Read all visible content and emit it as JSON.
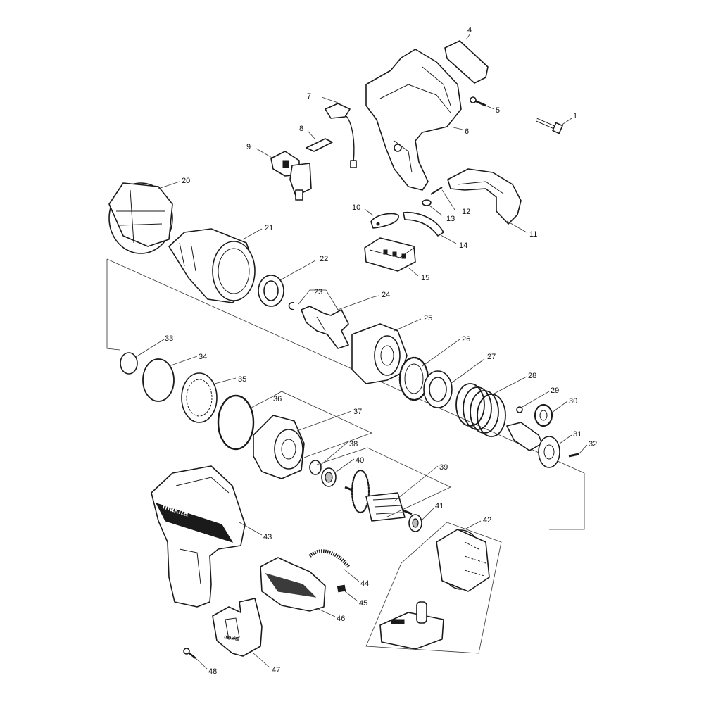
{
  "diagram": {
    "branding": {
      "housing_logo": "makita",
      "holster_logo": "makita"
    },
    "callouts": [
      {
        "id": "c1",
        "label": "1"
      },
      {
        "id": "c4",
        "label": "4"
      },
      {
        "id": "c5",
        "label": "5"
      },
      {
        "id": "c6",
        "label": "6"
      },
      {
        "id": "c7",
        "label": "7"
      },
      {
        "id": "c8",
        "label": "8"
      },
      {
        "id": "c9",
        "label": "9"
      },
      {
        "id": "c10",
        "label": "10"
      },
      {
        "id": "c11",
        "label": "11"
      },
      {
        "id": "c12",
        "label": "12"
      },
      {
        "id": "c13",
        "label": "13"
      },
      {
        "id": "c14",
        "label": "14"
      },
      {
        "id": "c15",
        "label": "15"
      },
      {
        "id": "c20",
        "label": "20"
      },
      {
        "id": "c21",
        "label": "21"
      },
      {
        "id": "c22",
        "label": "22"
      },
      {
        "id": "c23",
        "label": "23"
      },
      {
        "id": "c24",
        "label": "24"
      },
      {
        "id": "c25",
        "label": "25"
      },
      {
        "id": "c26",
        "label": "26"
      },
      {
        "id": "c27",
        "label": "27"
      },
      {
        "id": "c28",
        "label": "28"
      },
      {
        "id": "c29",
        "label": "29"
      },
      {
        "id": "c30",
        "label": "30"
      },
      {
        "id": "c31",
        "label": "31"
      },
      {
        "id": "c32",
        "label": "32"
      },
      {
        "id": "c33",
        "label": "33"
      },
      {
        "id": "c34",
        "label": "34"
      },
      {
        "id": "c35",
        "label": "35"
      },
      {
        "id": "c36",
        "label": "36"
      },
      {
        "id": "c37",
        "label": "37"
      },
      {
        "id": "c38",
        "label": "38"
      },
      {
        "id": "c39",
        "label": "39"
      },
      {
        "id": "c40",
        "label": "40"
      },
      {
        "id": "c41",
        "label": "41"
      },
      {
        "id": "c42",
        "label": "42"
      },
      {
        "id": "c43",
        "label": "43"
      },
      {
        "id": "c44",
        "label": "44"
      },
      {
        "id": "c45",
        "label": "45"
      },
      {
        "id": "c46",
        "label": "46"
      },
      {
        "id": "c47",
        "label": "47"
      },
      {
        "id": "c48",
        "label": "48"
      }
    ]
  }
}
